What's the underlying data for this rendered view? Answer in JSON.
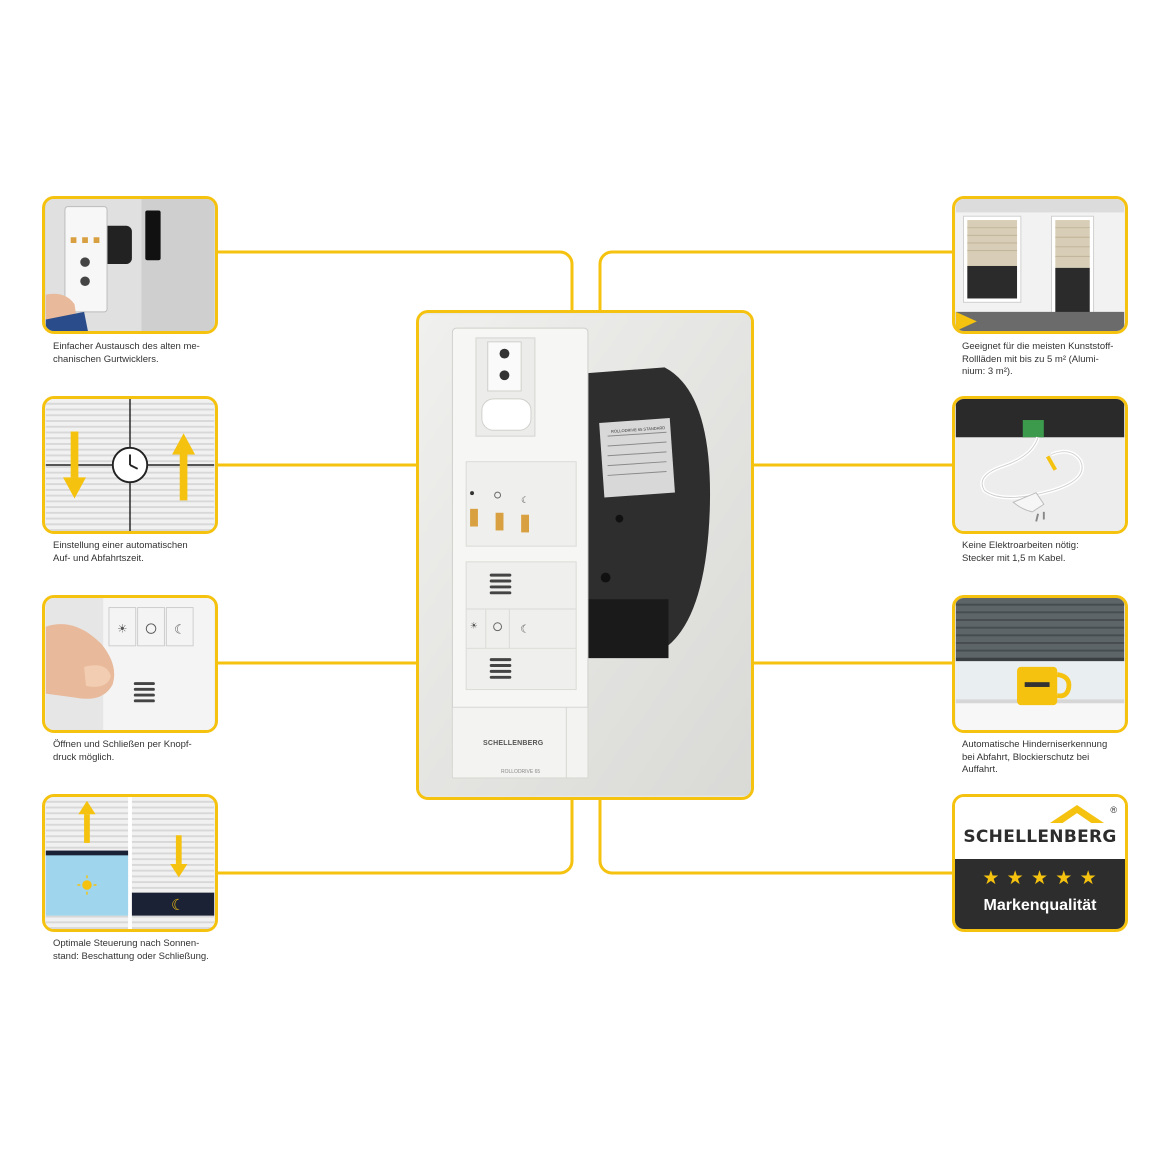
{
  "colors": {
    "accent": "#f4c20f",
    "brand_dark": "#2d2d2d",
    "sky": "#9fd6ee",
    "night": "#1c2236"
  },
  "features_left": [
    {
      "id": "replacement",
      "icon": "gurtwickler-photo",
      "lines": [
        "Einfacher Austausch des alten me-",
        "chanischen Gurtwicklers."
      ]
    },
    {
      "id": "timer",
      "icon": "clock-icon",
      "lines": [
        "Einstellung einer automatischen",
        "Auf- und Abfahrtszeit."
      ]
    },
    {
      "id": "button",
      "icon": "finger-button-photo",
      "lines": [
        "Öffnen und Schließen per Knopf-",
        "druck möglich."
      ]
    },
    {
      "id": "sun",
      "icon": "sun-moon-icon",
      "lines": [
        "Optimale Steuerung nach Sonnen-",
        "stand: Beschattung oder Schließung."
      ]
    }
  ],
  "features_right": [
    {
      "id": "windows",
      "icon": "window-shutter-photo",
      "lines": [
        "Geeignet für die meisten Kunststoff-",
        "Rollläden mit bis zu 5 m² (Alumi-",
        "nium: 3 m²)."
      ]
    },
    {
      "id": "plug",
      "icon": "plug-cable-photo",
      "lines": [
        "Keine Elektroarbeiten nötig:",
        "Stecker mit 1,5 m Kabel."
      ]
    },
    {
      "id": "obstacle",
      "icon": "cup-shutter-photo",
      "lines": [
        "Automatische Hinderniserkennung",
        "bei Abfahrt, Blockierschutz bei",
        "Auffahrt."
      ]
    }
  ],
  "brand": {
    "name": "SCHELLENBERG",
    "registered": "®",
    "stars": "★ ★ ★ ★ ★",
    "quality": "Markenqualität"
  },
  "product": {
    "brand_label": "SCHELLENBERG",
    "model_label": "ROLLODRIVE 65",
    "label_sticker": "ROLLODRIVE 65 STANDARD"
  }
}
